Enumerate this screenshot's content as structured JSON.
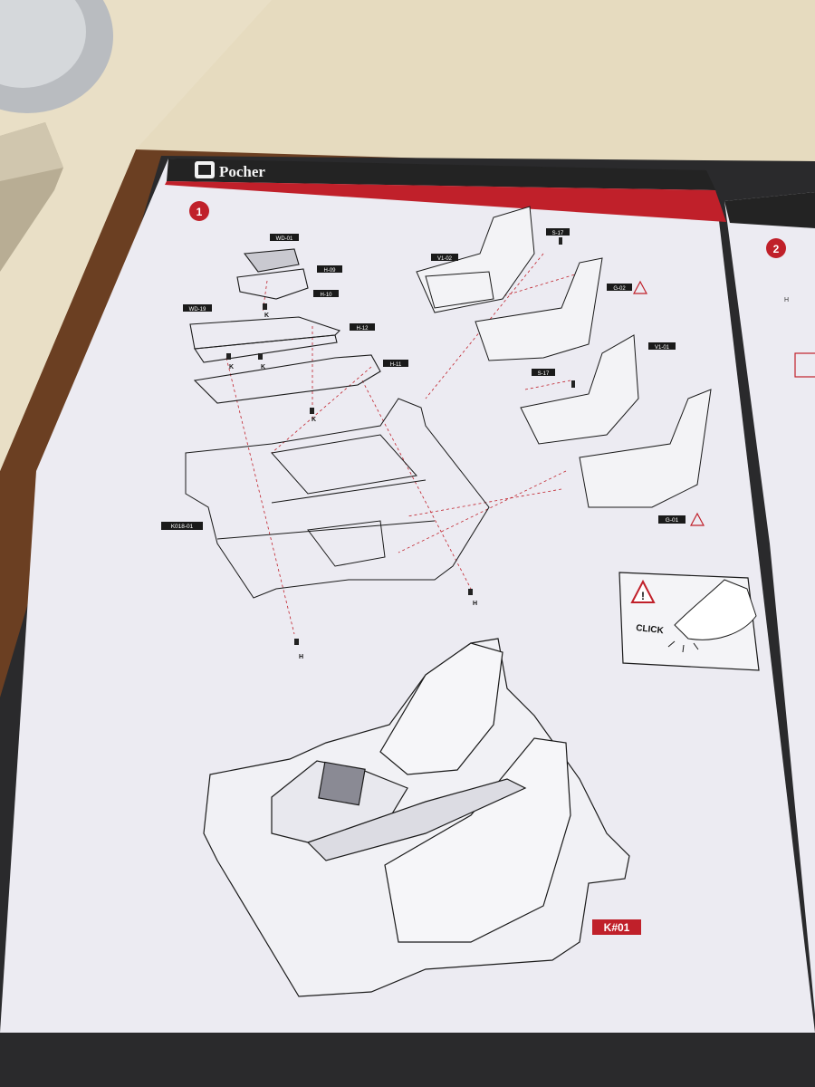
{
  "header": {
    "brand": "Pocher"
  },
  "steps": {
    "current": "1",
    "next": "2"
  },
  "parts": {
    "wd01": "WD-01",
    "h09": "H-09",
    "h10": "H-10",
    "wd19": "WD-19",
    "h12": "H-12",
    "h11": "H-11",
    "k018": "K018-01",
    "v102": "V1-02",
    "s17a": "S-17",
    "g02": "G-02",
    "v101": "V1-01",
    "s17b": "S-17",
    "g01": "G-01"
  },
  "screws": {
    "k": "K",
    "h": "H"
  },
  "notice": {
    "click": "CLICK"
  },
  "result": {
    "tag": "K#01"
  },
  "next_page": {
    "screw_ref": "H"
  },
  "colors": {
    "paper": "#ece9f2",
    "ink": "#1a1a1a",
    "accent_red": "#c0202a",
    "header_band": "#232323",
    "desk": "#e8dcc0",
    "table": "#6b3f22"
  }
}
